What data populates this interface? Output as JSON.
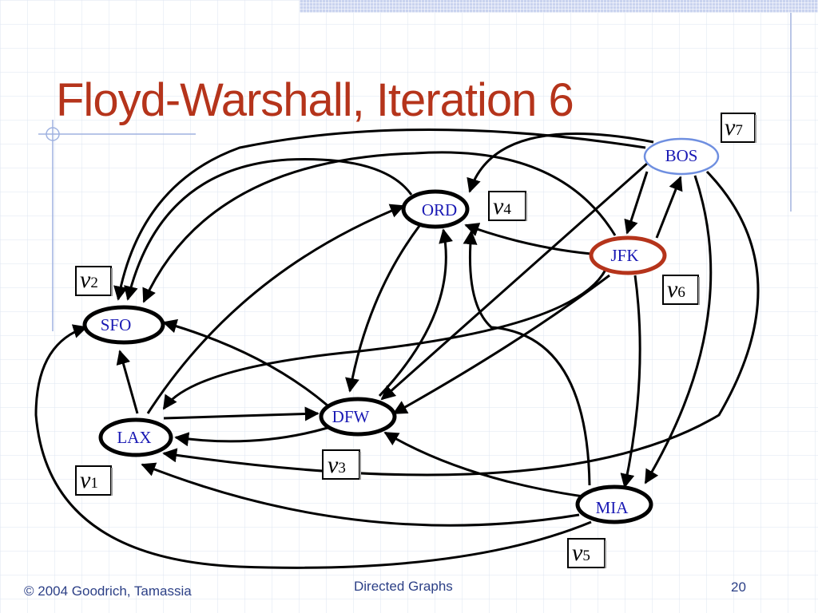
{
  "slide": {
    "title": "Floyd-Warshall, Iteration 6",
    "footer_left": "© 2004 Goodrich, Tamassia",
    "footer_center": "Directed Graphs",
    "page_number": "20"
  },
  "graph": {
    "nodes": [
      {
        "id": "SFO",
        "label": "SFO",
        "vertex": "v",
        "index": "2"
      },
      {
        "id": "LAX",
        "label": "LAX",
        "vertex": "v",
        "index": "1"
      },
      {
        "id": "DFW",
        "label": "DFW",
        "vertex": "v",
        "index": "3"
      },
      {
        "id": "ORD",
        "label": "ORD",
        "vertex": "v",
        "index": "4"
      },
      {
        "id": "JFK",
        "label": "JFK",
        "vertex": "v",
        "index": "6"
      },
      {
        "id": "BOS",
        "label": "BOS",
        "vertex": "v",
        "index": "7"
      },
      {
        "id": "MIA",
        "label": "MIA",
        "vertex": "v",
        "index": "5"
      }
    ],
    "edges": [
      {
        "from": "LAX",
        "to": "SFO"
      },
      {
        "from": "LAX",
        "to": "DFW"
      },
      {
        "from": "DFW",
        "to": "LAX"
      },
      {
        "from": "DFW",
        "to": "SFO"
      },
      {
        "from": "LAX",
        "to": "ORD"
      },
      {
        "from": "ORD",
        "to": "DFW"
      },
      {
        "from": "DFW",
        "to": "ORD"
      },
      {
        "from": "ORD",
        "to": "SFO"
      },
      {
        "from": "JFK",
        "to": "ORD"
      },
      {
        "from": "JFK",
        "to": "SFO"
      },
      {
        "from": "JFK",
        "to": "BOS"
      },
      {
        "from": "BOS",
        "to": "JFK"
      },
      {
        "from": "BOS",
        "to": "SFO"
      },
      {
        "from": "BOS",
        "to": "ORD"
      },
      {
        "from": "BOS",
        "to": "DFW"
      },
      {
        "from": "BOS",
        "to": "MIA"
      },
      {
        "from": "BOS",
        "to": "LAX"
      },
      {
        "from": "JFK",
        "to": "DFW"
      },
      {
        "from": "JFK",
        "to": "MIA"
      },
      {
        "from": "JFK",
        "to": "LAX"
      },
      {
        "from": "MIA",
        "to": "DFW"
      },
      {
        "from": "MIA",
        "to": "LAX"
      },
      {
        "from": "MIA",
        "to": "ORD"
      },
      {
        "from": "MIA",
        "to": "SFO"
      }
    ],
    "colors": {
      "node_fill": "#ffffff",
      "node_text": "#1919b4",
      "bold_outline": "#000000",
      "jfk_outline": "#b5341b",
      "bos_outline": "#6f8fe0",
      "title": "#b5341b",
      "footer_text": "#2b3f86"
    }
  }
}
